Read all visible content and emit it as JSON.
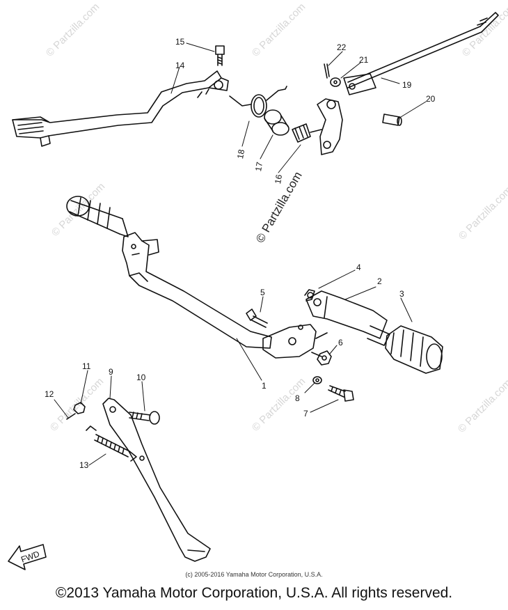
{
  "diagram": {
    "callouts": [
      "1",
      "2",
      "3",
      "4",
      "5",
      "6",
      "7",
      "8",
      "9",
      "10",
      "11",
      "12",
      "13",
      "14",
      "15",
      "16",
      "17",
      "18",
      "19",
      "20",
      "21",
      "22"
    ],
    "fwd_label": "FWD",
    "watermark_text": "© Partzilla.com"
  },
  "footer": {
    "notice": "(c) 2005-2016 Yamaha Motor Corporation, U.S.A.",
    "copyright": "©2013 Yamaha Motor Corporation, U.S.A. All rights reserved."
  }
}
